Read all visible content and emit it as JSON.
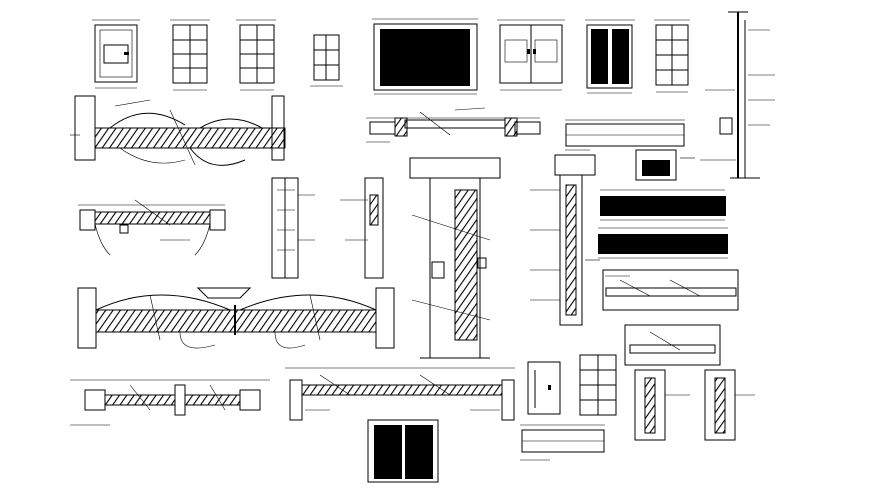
{
  "drawing": {
    "background": "#ffffff",
    "ink": "#000000",
    "door_elevations": [
      {
        "id": "d1",
        "style": "single-panel-handle"
      },
      {
        "id": "d2",
        "style": "glazed-grid"
      },
      {
        "id": "d3",
        "style": "glazed-grid"
      },
      {
        "id": "d4",
        "style": "small-grid"
      },
      {
        "id": "d5",
        "style": "solid-wide"
      },
      {
        "id": "d6",
        "style": "double-panel-handle"
      },
      {
        "id": "d7",
        "style": "solid-double"
      },
      {
        "id": "d8",
        "style": "glazed-grid"
      }
    ]
  }
}
